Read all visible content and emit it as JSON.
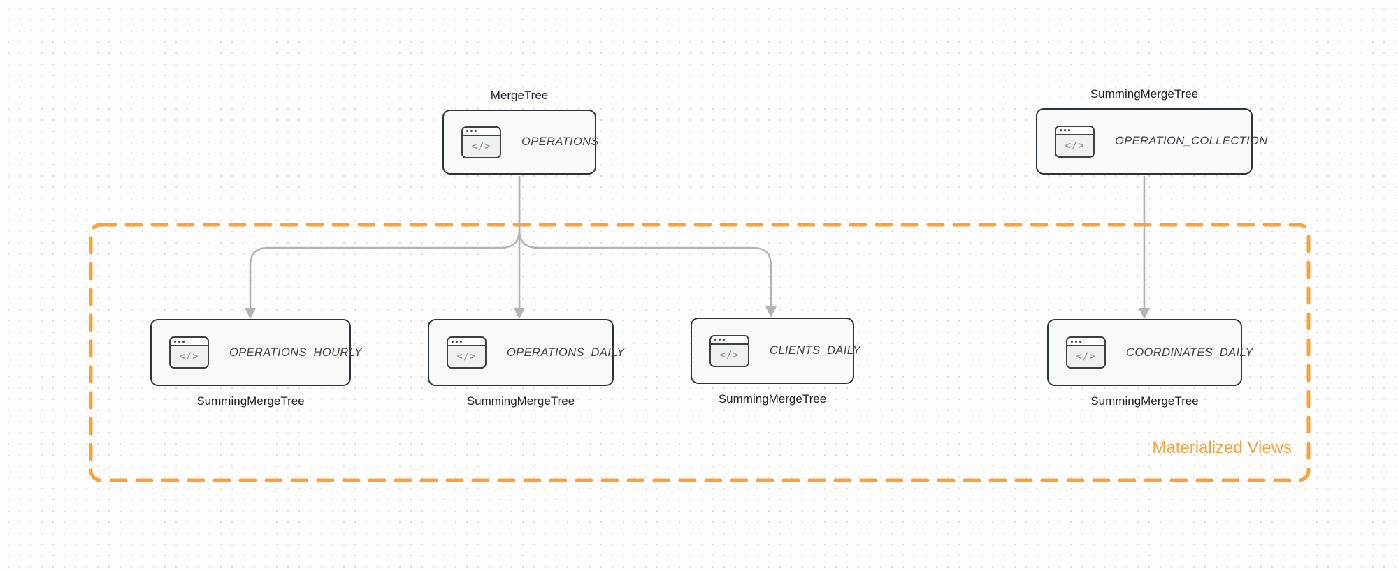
{
  "colors": {
    "accent_orange": "#F9A23B",
    "arrow_gray": "#B3B3B3",
    "node_border": "#2F3337",
    "node_fill": "#F8F9F9",
    "icon_glyph_color": "#9AA0A5",
    "engine_label_color": "#1C1E21",
    "node_name_color": "#3F4347",
    "dot_grid": "#E0E0E3"
  },
  "icon": {
    "semantic": "code-window-icon",
    "glyph": "</>"
  },
  "group": {
    "label": "Materialized Views"
  },
  "nodes": [
    {
      "id": "operations",
      "name": "OPERATIONS",
      "engine": "MergeTree",
      "engine_position": "above"
    },
    {
      "id": "operation_collection",
      "name": "OPERATION_COLLECTION",
      "engine": "SummingMergeTree",
      "engine_position": "above"
    },
    {
      "id": "operations_hourly",
      "name": "OPERATIONS_HOURLY",
      "engine": "SummingMergeTree",
      "engine_position": "below"
    },
    {
      "id": "operations_daily",
      "name": "OPERATIONS_DAILY",
      "engine": "SummingMergeTree",
      "engine_position": "below"
    },
    {
      "id": "clients_daily",
      "name": "CLIENTS_DAILY",
      "engine": "SummingMergeTree",
      "engine_position": "below"
    },
    {
      "id": "coordinates_daily",
      "name": "COORDINATES_DAILY",
      "engine": "SummingMergeTree",
      "engine_position": "below"
    }
  ],
  "edges": [
    {
      "from": "OPERATIONS",
      "to": "OPERATIONS_HOURLY"
    },
    {
      "from": "OPERATIONS",
      "to": "OPERATIONS_DAILY"
    },
    {
      "from": "OPERATIONS",
      "to": "CLIENTS_DAILY"
    },
    {
      "from": "OPERATION_COLLECTION",
      "to": "COORDINATES_DAILY"
    }
  ]
}
